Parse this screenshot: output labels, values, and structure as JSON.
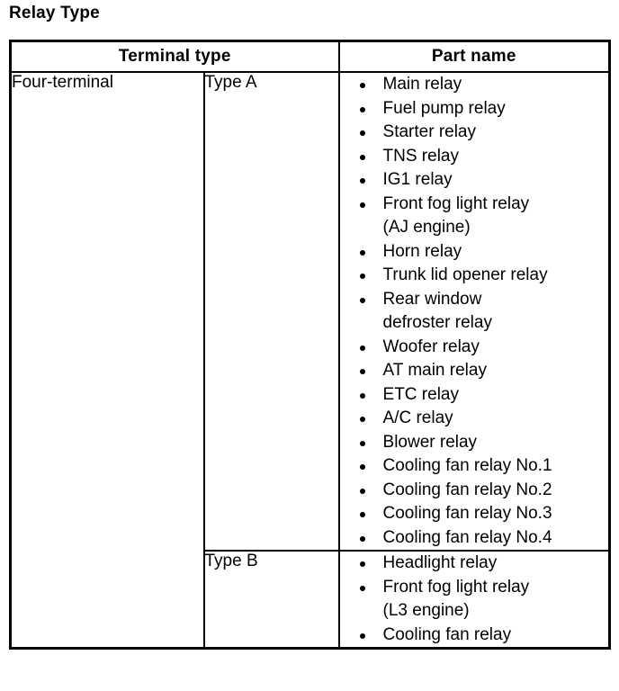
{
  "page": {
    "title": "Relay Type"
  },
  "table": {
    "headers": {
      "terminal_type": "Terminal type",
      "part_name": "Part name"
    },
    "terminal_groups": [
      {
        "terminal_label": "Four-terminal",
        "types": [
          {
            "type_label": "Type A",
            "parts": [
              "Main relay",
              "Fuel pump relay",
              "Starter relay",
              "TNS relay",
              "IG1 relay",
              "Front fog light relay\n(AJ engine)",
              "Horn relay",
              "Trunk lid opener relay",
              "Rear window\ndefroster relay",
              "Woofer relay",
              "AT main relay",
              "ETC relay",
              "A/C relay",
              "Blower relay",
              "Cooling fan relay No.1",
              "Cooling fan relay No.2",
              "Cooling fan relay No.3",
              "Cooling fan relay No.4"
            ]
          },
          {
            "type_label": "Type B",
            "parts": [
              "Headlight relay",
              "Front fog light relay\n(L3 engine)",
              "Cooling fan relay"
            ]
          }
        ]
      }
    ]
  },
  "colors": {
    "ink": "#000000",
    "paper": "#ffffff"
  }
}
